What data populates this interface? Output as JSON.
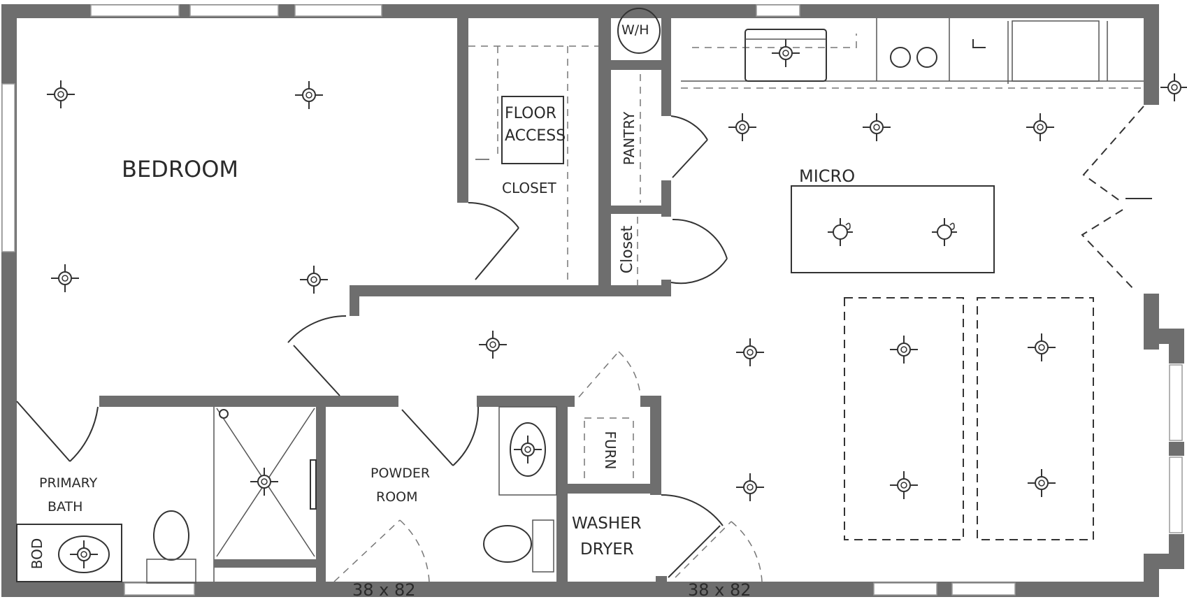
{
  "plan": {
    "colors": {
      "wall": "#6e6e6e",
      "line": "#333333",
      "background": "#ffffff"
    },
    "rooms": {
      "bedroom": "BEDROOM",
      "closet_main": "CLOSET",
      "floor_access_line1": "FLOOR",
      "floor_access_line2": "ACCESS",
      "water_heater": "W/H",
      "pantry": "PANTRY",
      "closet_small": "Closet",
      "micro": "MICRO",
      "primary_bath_line1": "PRIMARY",
      "primary_bath_line2": "BATH",
      "bod": "BOD",
      "powder_room_line1": "POWDER",
      "powder_room_line2": "ROOM",
      "furnace": "FURN",
      "washer_dryer_line1": "WASHER",
      "washer_dryer_line2": "DRYER"
    },
    "doors": [
      {
        "label": "38 x 82",
        "location": "powder-room-exterior"
      },
      {
        "label": "38 x 82",
        "location": "laundry-exterior"
      }
    ],
    "fixtures": {
      "ceiling_lights": 19,
      "pendant_lights": 2,
      "exterior_lights": 1
    }
  }
}
